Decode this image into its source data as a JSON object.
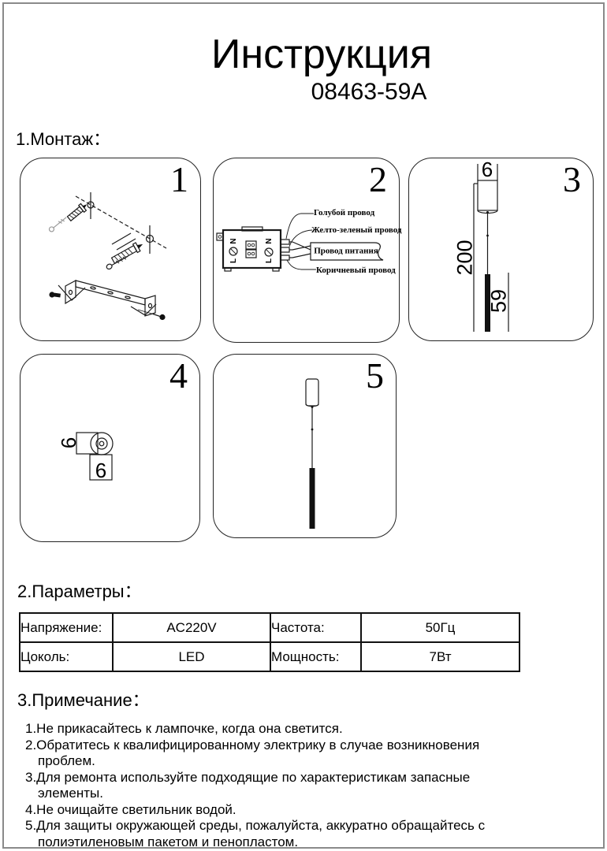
{
  "page": {
    "title": "Инструкция",
    "model": "08463-59A"
  },
  "montage": {
    "heading": "1.Монтаж："
  },
  "panels": {
    "p1": "1",
    "p2": "2",
    "p3": "3",
    "p4": "4",
    "p5": "5"
  },
  "wiring": {
    "blue": "Голубой провод",
    "yellow_green": "Желто-зеленый провод",
    "power": "Провод питания",
    "brown": "Коричневый провод",
    "n": "N",
    "l": "L"
  },
  "dims": {
    "canopy_width": "6",
    "total_height": "200",
    "lamp_length": "59",
    "bracket_side": "6",
    "bracket_bottom": "6"
  },
  "params": {
    "heading": "2.Параметры：",
    "table": {
      "rows": [
        {
          "label1": "Напряжение:",
          "value1": "AC220V",
          "label2": "Частота:",
          "value2": "50Гц"
        },
        {
          "label1": "Цоколь:",
          "value1": "LED",
          "label2": "Мощность:",
          "value2": "7Вт"
        }
      ]
    }
  },
  "notes": {
    "heading": "3.Примечание：",
    "items": [
      "1.Не прикасайтесь к лампочке, когда она светится.",
      "2.Обратитесь к квалифицированному электрику в случае возникновения проблем.",
      "3.Для ремонта используйте подходящие по характеристикам запасные элементы.",
      "4.Не очищайте светильник водой.",
      "5.Для защиты окружающей среды, пожалуйста, аккуратно обращайтесь с полиэтиленовым пакетом и пенопластом."
    ]
  }
}
